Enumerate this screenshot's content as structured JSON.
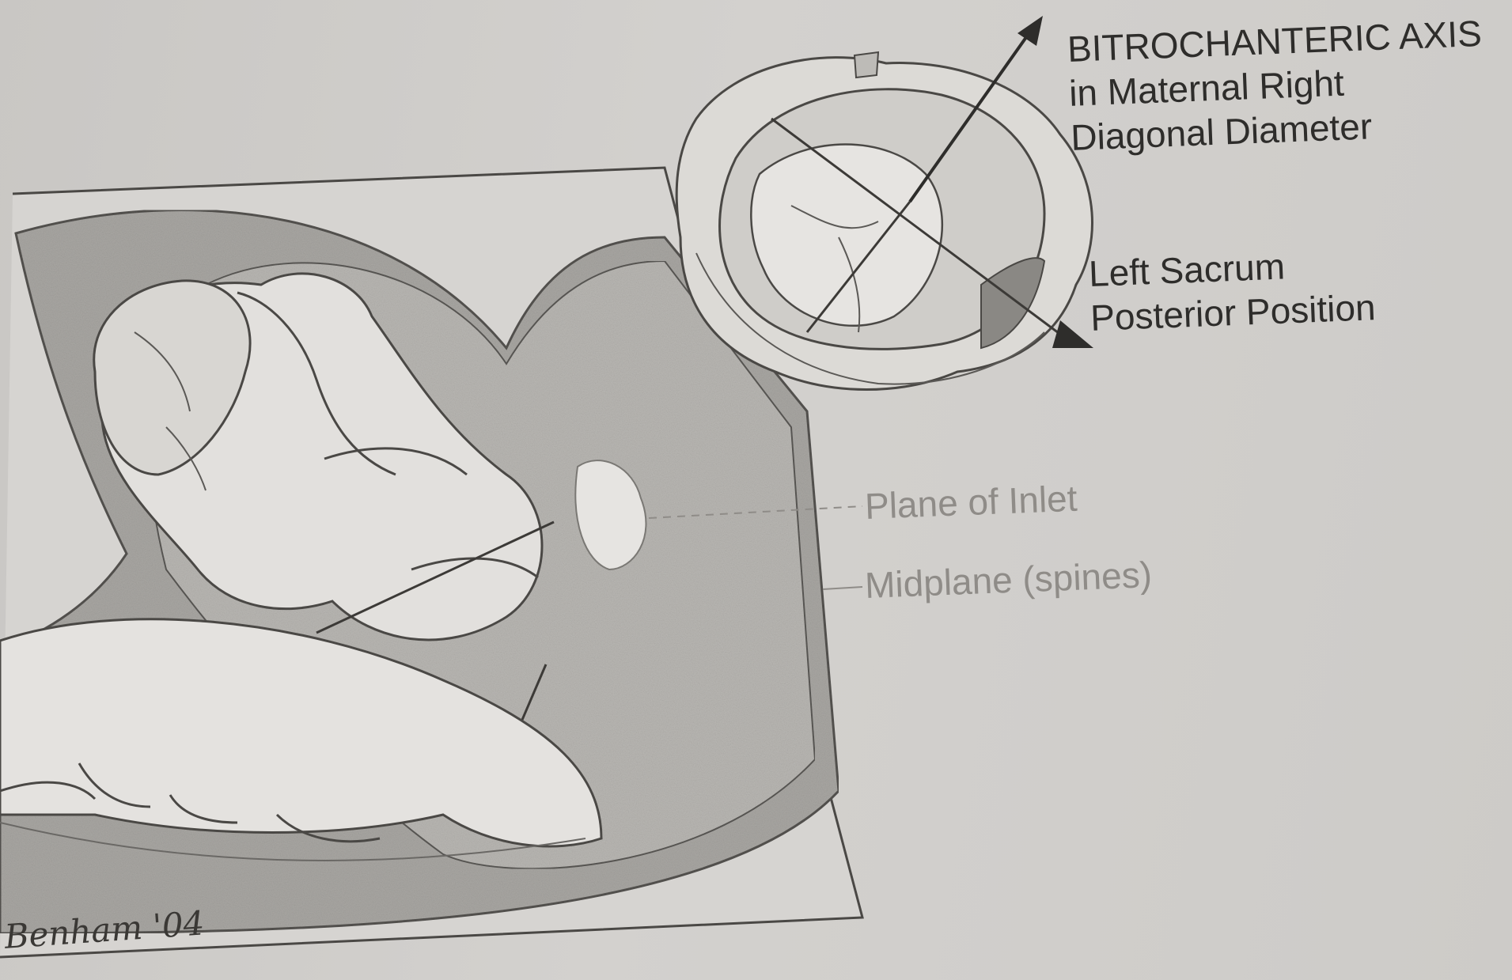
{
  "labels": {
    "bitrochanteric": {
      "line1": "BITROCHANTERIC AXIS",
      "line2": "in Maternal Right",
      "line3": "Diagonal Diameter"
    },
    "position": {
      "line1": "Left Sacrum",
      "line2": "Posterior Position"
    },
    "inlet": "Plane of Inlet",
    "midplane": "Midplane (spines)"
  },
  "signature": "Benham '04",
  "colors": {
    "background": "#cfcdca",
    "ink": "#2e2d2b",
    "shade_dark": "#8c8a87",
    "shade_mid": "#a6a4a0",
    "shade_light": "#e3e1de"
  }
}
